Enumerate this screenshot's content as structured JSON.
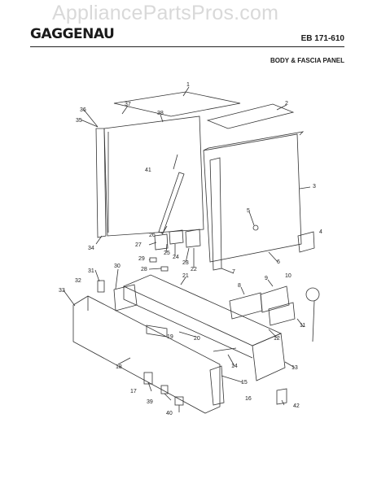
{
  "header": {
    "watermark": "AppliancePartsPros.com",
    "brand": "GAGGENAU",
    "doc_number": "EB 171-610",
    "section_title": "BODY & FASCIA PANEL"
  },
  "callouts": [
    "1",
    "2",
    "3",
    "4",
    "5",
    "6",
    "7",
    "8",
    "9",
    "10",
    "11",
    "12",
    "13",
    "14",
    "15",
    "16",
    "17",
    "18",
    "19",
    "20",
    "21",
    "22",
    "23",
    "24",
    "25",
    "26",
    "27",
    "28",
    "29",
    "30",
    "31",
    "32",
    "33",
    "34",
    "35",
    "36",
    "37",
    "38",
    "39",
    "40",
    "41",
    "42"
  ]
}
